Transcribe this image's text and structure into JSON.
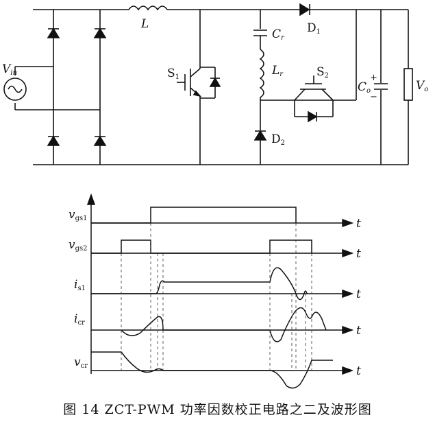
{
  "circuit": {
    "source_label": "V",
    "source_sub": "in",
    "inductor_label": "L",
    "cap_r_label": "C",
    "cap_r_sub": "r",
    "ind_r_label": "L",
    "ind_r_sub": "r",
    "diode1_label": "D",
    "diode1_sub": "1",
    "diode2_label": "D",
    "diode2_sub": "2",
    "switch1_label": "S",
    "switch1_sub": "1",
    "switch2_label": "S",
    "switch2_sub": "2",
    "cap_o_label": "C",
    "cap_o_sub": "o",
    "cap_plus": "+",
    "cap_minus": "−",
    "load_label": "V",
    "load_sub": "o"
  },
  "waveforms": {
    "time_label": "t",
    "traces": [
      {
        "label": "v",
        "sub": "gs1"
      },
      {
        "label": "v",
        "sub": "gs2"
      },
      {
        "label": "i",
        "sub": "s1"
      },
      {
        "label": "i",
        "sub": "cr"
      },
      {
        "label": "v",
        "sub": "cr"
      }
    ]
  },
  "caption": "图 14    ZCT-PWM 功率因数校正电路之二及波形图"
}
